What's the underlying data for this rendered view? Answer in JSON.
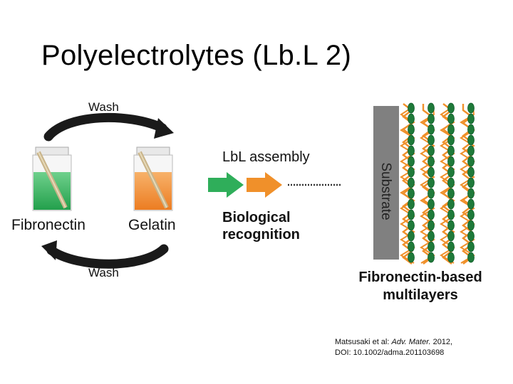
{
  "title": "Polyelectrolytes (Lb.L 2)",
  "diagram": {
    "wash_top": "Wash",
    "wash_bottom": "Wash",
    "label_left": "Fibronectin",
    "label_right": "Gelatin",
    "process_label": "LbL assembly",
    "recognition_line1": "Biological",
    "recognition_line2": "recognition",
    "substrate_label": "Substrate",
    "result_line1": "Fibronectin-based",
    "result_line2": "multilayers",
    "colors": {
      "fibronectin": "#2fae5a",
      "gelatin": "#f0902a",
      "substrate": "#808080",
      "arrow_dark": "#1a1a1a",
      "bead": "#1f7a3a"
    }
  },
  "citation": {
    "authors": "Matsusaki et al: ",
    "journal": "Adv. Mater.",
    "year": " 2012,",
    "doi": "DOI: 10.1002/adma.201103698"
  }
}
